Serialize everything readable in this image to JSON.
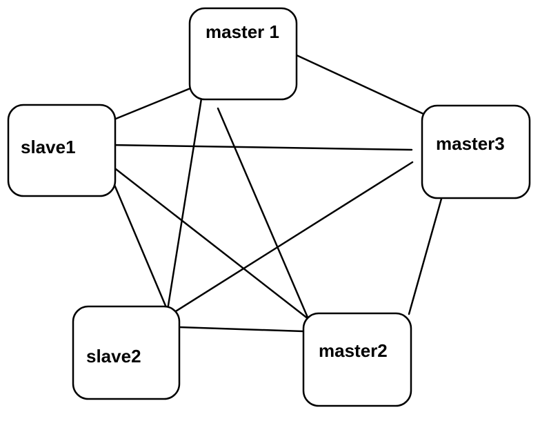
{
  "nodes": {
    "master1": {
      "label": "master 1"
    },
    "master2": {
      "label": "master2"
    },
    "master3": {
      "label": "master3"
    },
    "slave1": {
      "label": "slave1"
    },
    "slave2": {
      "label": "slave2"
    }
  },
  "edges": [
    [
      "master1",
      "slave1"
    ],
    [
      "master1",
      "master3"
    ],
    [
      "master1",
      "slave2"
    ],
    [
      "master1",
      "master2"
    ],
    [
      "slave1",
      "master3"
    ],
    [
      "slave1",
      "slave2"
    ],
    [
      "slave1",
      "master2"
    ],
    [
      "master3",
      "slave2"
    ],
    [
      "master3",
      "master2"
    ],
    [
      "slave2",
      "master2"
    ]
  ],
  "colors": {
    "stroke": "#000000",
    "background": "#ffffff"
  }
}
